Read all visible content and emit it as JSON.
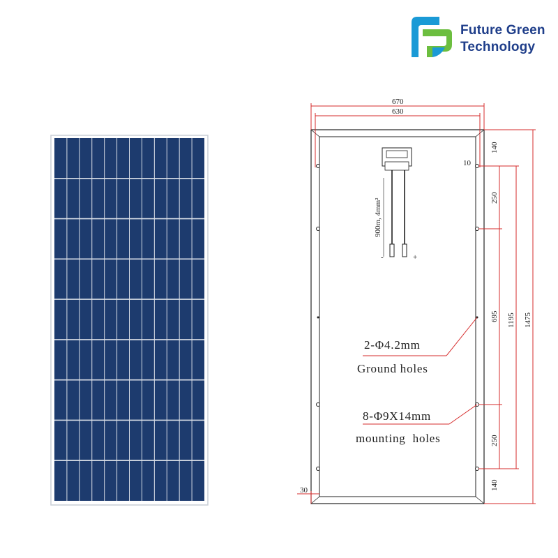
{
  "brand": {
    "name_line1": "Future Green",
    "name_line2": "Technology",
    "colors": {
      "text": "#1f3e8a",
      "blue": "#1a9ad6",
      "green": "#6cbe3f"
    }
  },
  "panel_front": {
    "cell_color": "#1d3b6e",
    "columns": 12,
    "rows": 9
  },
  "drawing": {
    "dimensions": {
      "outer_width": "670",
      "inner_width": "630",
      "edge_offset": "10",
      "outer_height": "1475",
      "inner_height": "1195",
      "hole_spacing_middle": "695",
      "top_gap": "140",
      "bottom_gap": "140",
      "top_spacing": "250",
      "bottom_spacing": "250",
      "frame_width": "30"
    },
    "cable_label": "900m, 4mm²",
    "minus_label": "-",
    "plus_label": "+",
    "ground_spec": "2-Φ4.2mm",
    "ground_label": "Ground holes",
    "mounting_spec": "8-Φ9X14mm",
    "mounting_label": "mounting  holes",
    "dim_color": "#d62b2b"
  }
}
